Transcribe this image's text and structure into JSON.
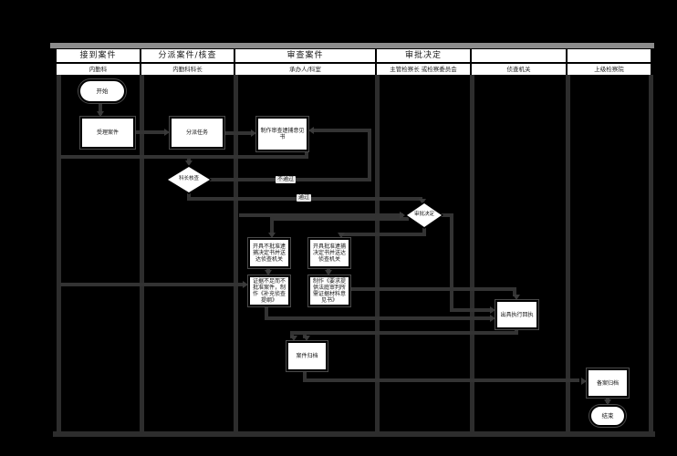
{
  "diagram_type": "swimlane-flowchart",
  "lanes": [
    {
      "title": "接到案件",
      "role": "内勤科"
    },
    {
      "title": "分派案件/核查",
      "role": "内勤科科长"
    },
    {
      "title": "审查案件",
      "role": "承办人/科室"
    },
    {
      "title": "审批决定",
      "role": "主管检察长 或检察委员会"
    },
    {
      "title": "",
      "role": "侦查机关"
    },
    {
      "title": "",
      "role": "上级检察院"
    }
  ],
  "nodes": {
    "start": "开始",
    "receive": "受理案件",
    "assign": "分派任务",
    "draft": "制作审查逮捕意见书",
    "verify": "科长核查",
    "approve": "审批决定",
    "no_arrest": "开具不批准逮捕决定书并送达侦查机关",
    "arrest": "开具批准逮捕决定书并送达侦查机关",
    "supplement": "证据不足而不批准案件，制作《补充侦查提纲》",
    "evidence_request": "制作《要求提供法庭审判所需证据材料意见书》",
    "receipt": "出具执行回执",
    "archive": "案件归档",
    "record": "备案归档",
    "end": "结束"
  },
  "edge_labels": {
    "fail": "不通过",
    "pass": "通过"
  },
  "colors": {
    "background": "#000000",
    "header_bg": "#ffffff",
    "grid_line": "#2d2d2d",
    "connector": "#333333",
    "node_bg": "#ffffff",
    "node_border": "#000000",
    "top_bar": "#8c8c8c"
  }
}
